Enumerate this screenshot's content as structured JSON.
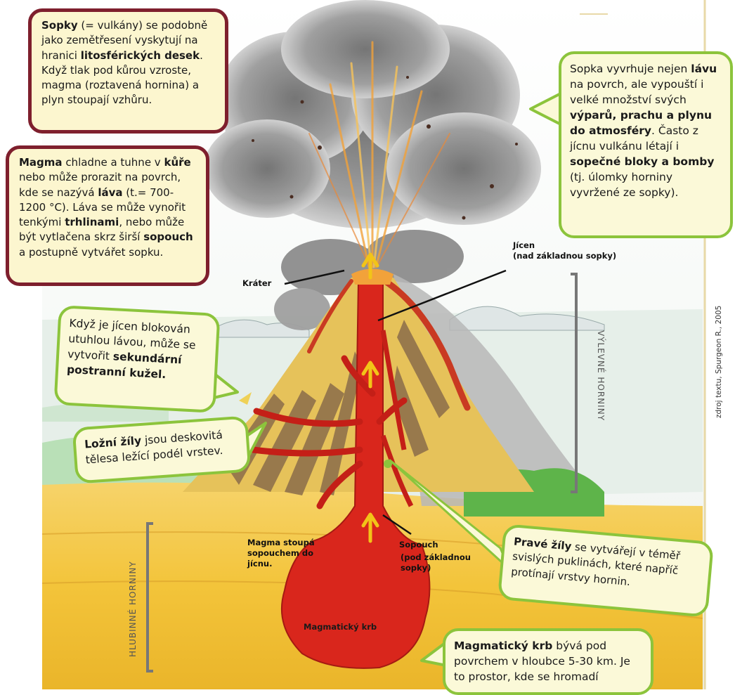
{
  "boxes": {
    "sopky": {
      "p1": "Sopky",
      "p2": " (= vulkány) se podobně jako zemětřesení vyskytují na hranici ",
      "p3": "litosférických desek",
      "p4": ". Když  tlak pod kůrou vzroste, magma (roztavená hornina) a plyn stoupají vzhůru."
    },
    "magma": {
      "p1": "Magma",
      "p2": " chladne a tuhne v ",
      "p3": "kůře",
      "p4": " nebo může prorazit na povrch, kde se nazývá ",
      "p5": "láva",
      "p6": " (t.= 700-1200 °C). Láva se může vynořit tenkými ",
      "p7": "trhlinami",
      "p8": ", nebo může být vytlačena skrz širší ",
      "p9": "sopouch",
      "p10": " a postupně vytvářet sopku."
    },
    "vyvrhuje": {
      "p1": "Sopka vyvrhuje nejen ",
      "p2": "lávu",
      "p3": " na povrch, ale vypouští i velké množství svých ",
      "p4": "výparů, prachu a plynu do atmosféry",
      "p5": ". Často z jícnu vulkánu létají i ",
      "p6": "sopečné bloky a bomby",
      "p7": " (tj. úlomky horniny vyvržené ze sopky)."
    },
    "kuzel": {
      "p1": "Když je jícen blokován utuhlou lávou, může se vytvořit ",
      "p2": "sekundární postranní kužel."
    },
    "lozni": {
      "p1": "Ložní žíly",
      "p2": " jsou deskovitá tělesa ležící podél vrstev."
    },
    "prave": {
      "p1": "Pravé žíly",
      "p2": " se vytvářejí v téměř svislých puklinách, které napříč protínají vrstvy hornin."
    },
    "krb": {
      "p1": "Magmatický krb",
      "p2": " bývá pod povrchem v hloubce 5-30 km. Je to prostor, kde se hromadí"
    }
  },
  "labels": {
    "krater": "Kráter",
    "jicen": "Jícen",
    "jicen_note": "(nad základnou sopky)",
    "magma_stoupa": "Magma stoupá sopouchem do jícnu.",
    "sopouch": "Sopouch",
    "sopouch_note": "(pod základnou sopky)",
    "magmaticky_krb": "Magmatický krb",
    "vylevne": "VÝLEVNÉ HORNINY",
    "hlubinne": "HLUBINNÉ HORNINY",
    "source": "zdroj textu, Spurgeon R., 2005"
  },
  "colors": {
    "magma_red": "#d9261c",
    "callout_maroon": "#7e1f2d",
    "callout_green": "#8cc43c",
    "callout_fill": "#fcf6cf",
    "ground_yellow": "#f3c43a",
    "smoke_gray": "#8a8a8a",
    "arrow_yellow": "#f2c418"
  }
}
